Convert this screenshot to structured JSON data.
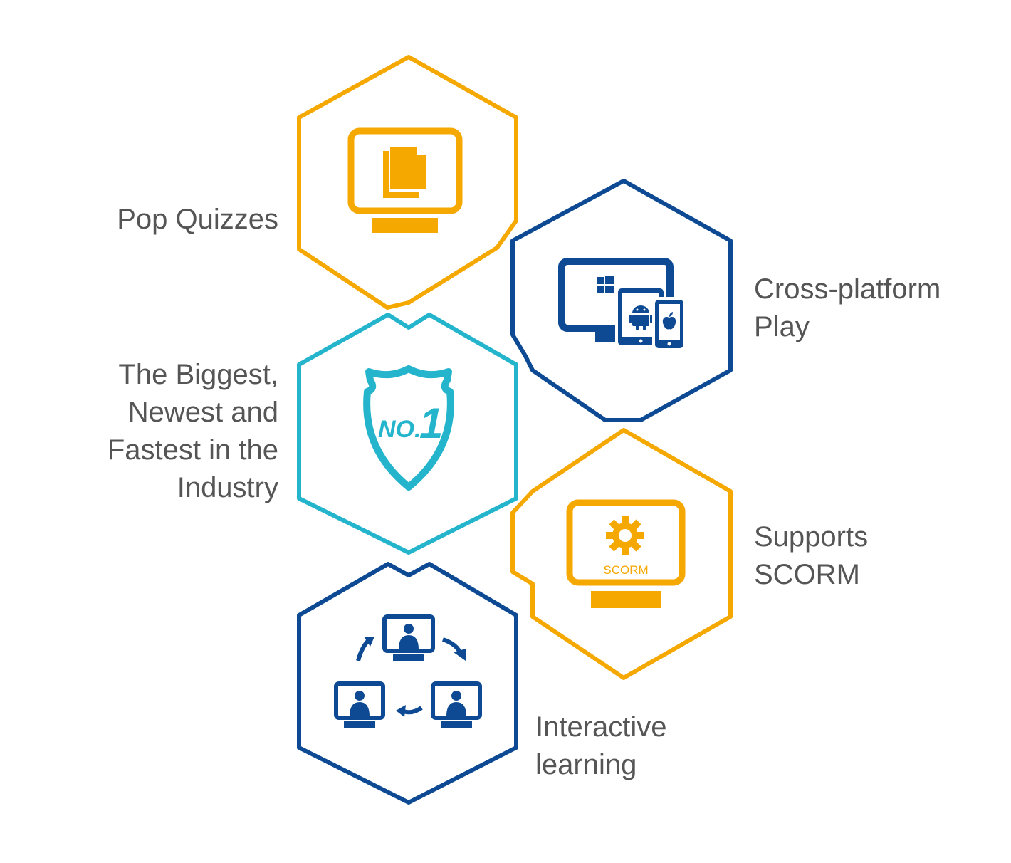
{
  "colors": {
    "orange": "#F5A800",
    "navy": "#0D4A93",
    "cyan": "#24B5CD",
    "text": "#555555",
    "background": "#FFFFFF"
  },
  "features": [
    {
      "id": "pop-quizzes",
      "icon": "document-monitor-icon",
      "color": "orange",
      "label_lines": [
        "Pop Quizzes"
      ]
    },
    {
      "id": "cross-platform",
      "icon": "devices-icon",
      "color": "navy",
      "label_lines": [
        "Cross-platform",
        "Play"
      ]
    },
    {
      "id": "biggest",
      "icon": "no1-shield-icon",
      "color": "cyan",
      "icon_text_no": "NO.",
      "icon_text_one": "1",
      "label_lines": [
        "The Biggest,",
        "Newest and",
        "Fastest in the",
        "Industry"
      ]
    },
    {
      "id": "scorm",
      "icon": "scorm-monitor-icon",
      "color": "orange",
      "icon_text": "SCORM",
      "label_lines": [
        "Supports",
        "SCORM"
      ]
    },
    {
      "id": "interactive",
      "icon": "interactive-learning-icon",
      "color": "navy",
      "label_lines": [
        "Interactive",
        "learning"
      ]
    }
  ]
}
